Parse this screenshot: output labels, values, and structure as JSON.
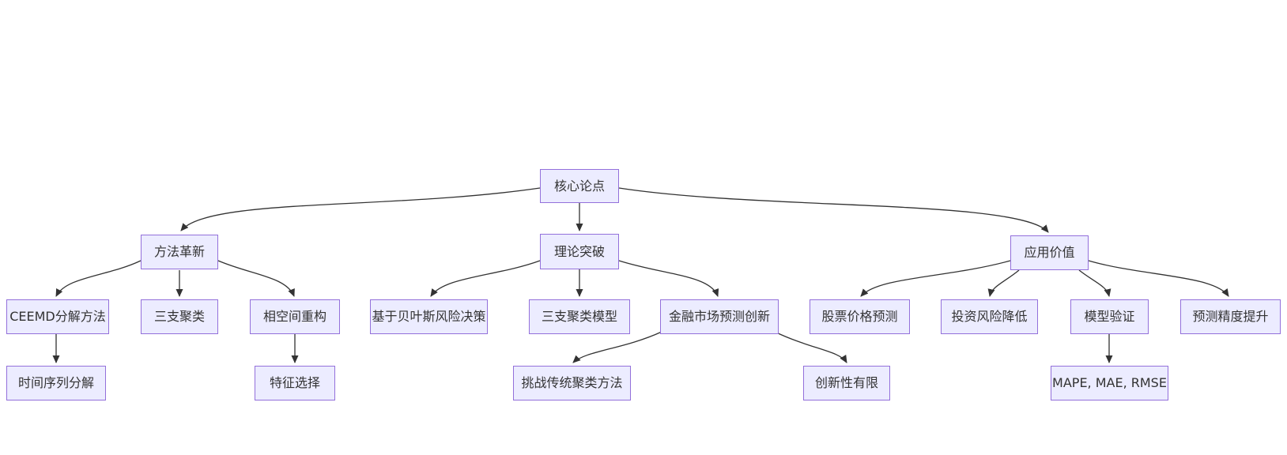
{
  "diagram": {
    "type": "flowchart-tree",
    "background": "#ffffff",
    "node_fill": "#ECECFF",
    "node_border": "#9370DB",
    "edge_color": "#333333",
    "text_color": "#333333"
  },
  "nodes": {
    "core": {
      "label": "核心论点"
    },
    "method": {
      "label": "方法革新"
    },
    "theory": {
      "label": "理论突破"
    },
    "application": {
      "label": "应用价值"
    },
    "ceemd": {
      "label": "CEEMD分解方法"
    },
    "three_way_clustering": {
      "label": "三支聚类"
    },
    "phase_space": {
      "label": "相空间重构"
    },
    "bayesian_decision": {
      "label": "基于贝叶斯风险决策"
    },
    "three_way_model": {
      "label": "三支聚类模型"
    },
    "finance_innovation": {
      "label": "金融市场预测创新"
    },
    "stock_prediction": {
      "label": "股票价格预测"
    },
    "risk_reduction": {
      "label": "投资风险降低"
    },
    "model_validation": {
      "label": "模型验证"
    },
    "accuracy_improvement": {
      "label": "预测精度提升"
    },
    "time_series": {
      "label": "时间序列分解"
    },
    "feature_selection": {
      "label": "特征选择"
    },
    "challenge_clustering": {
      "label": "挑战传统聚类方法"
    },
    "limited_innovation": {
      "label": "创新性有限"
    },
    "metrics": {
      "label": "MAPE, MAE, RMSE"
    }
  },
  "edges": [
    {
      "from": "core",
      "to": "method"
    },
    {
      "from": "core",
      "to": "theory"
    },
    {
      "from": "core",
      "to": "application"
    },
    {
      "from": "method",
      "to": "ceemd"
    },
    {
      "from": "method",
      "to": "three_way_clustering"
    },
    {
      "from": "method",
      "to": "phase_space"
    },
    {
      "from": "theory",
      "to": "bayesian_decision"
    },
    {
      "from": "theory",
      "to": "three_way_model"
    },
    {
      "from": "theory",
      "to": "finance_innovation"
    },
    {
      "from": "application",
      "to": "stock_prediction"
    },
    {
      "from": "application",
      "to": "risk_reduction"
    },
    {
      "from": "application",
      "to": "model_validation"
    },
    {
      "from": "application",
      "to": "accuracy_improvement"
    },
    {
      "from": "ceemd",
      "to": "time_series"
    },
    {
      "from": "phase_space",
      "to": "feature_selection"
    },
    {
      "from": "finance_innovation",
      "to": "challenge_clustering"
    },
    {
      "from": "finance_innovation",
      "to": "limited_innovation"
    },
    {
      "from": "model_validation",
      "to": "metrics"
    }
  ]
}
